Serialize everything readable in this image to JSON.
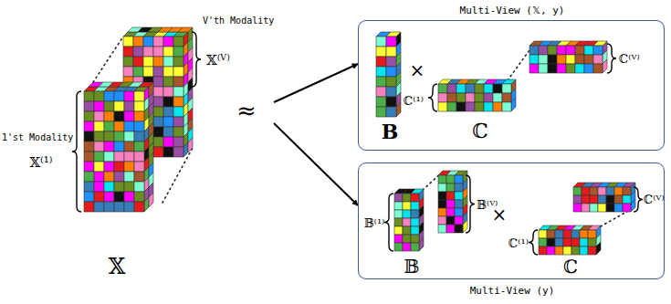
{
  "diagram": {
    "nodes": [
      {
        "text": [
          "1'st Modality",
          "𝕏⁽¹⁾",
          "V'th Modality",
          "𝕏⁽ⱽ⁾",
          "𝕏"
        ]
      },
      {
        "text": [
          "Multi-View (𝕏, y)",
          "B",
          "×",
          "ℂ⁽¹⁾",
          "ℂ⁽ⱽ⁾",
          "ℂ"
        ]
      },
      {
        "text": [
          "𝔹⁽¹⁾",
          "𝔹⁽ⱽ⁾",
          "𝔹",
          "×",
          "ℂ⁽¹⁾",
          "ℂ⁽ⱽ⁾",
          "ℂ",
          "Multi-View (y)"
        ]
      }
    ],
    "edges": [
      {
        "from": 0,
        "to": 1,
        "arrow": "to"
      },
      {
        "from": 0,
        "to": 2,
        "arrow": "to"
      }
    ],
    "labels": [
      "≈"
    ]
  }
}
